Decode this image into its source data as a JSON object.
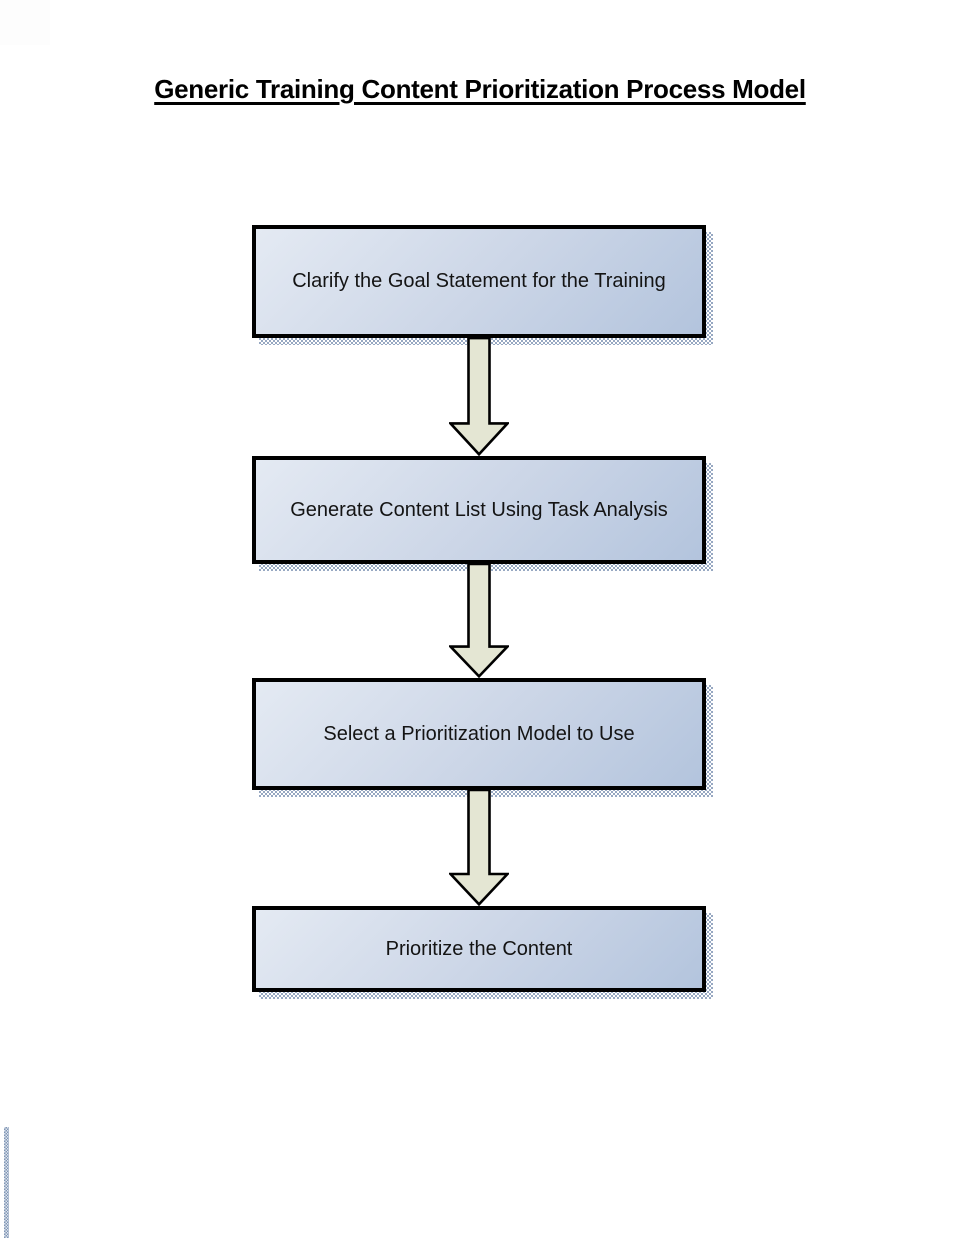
{
  "page": {
    "title": "Generic Training Content Prioritization Process Model"
  },
  "diagram": {
    "type": "flowchart",
    "direction": "top-down",
    "steps": [
      {
        "order": 1,
        "label": "Clarify the Goal Statement for the Training"
      },
      {
        "order": 2,
        "label": "Generate Content List Using Task Analysis"
      },
      {
        "order": 3,
        "label": "Select a Prioritization Model to Use"
      },
      {
        "order": 4,
        "label": "Prioritize the Content"
      }
    ],
    "connectors": [
      {
        "from": 1,
        "to": 2,
        "type": "block-arrow-down"
      },
      {
        "from": 2,
        "to": 3,
        "type": "block-arrow-down"
      },
      {
        "from": 3,
        "to": 4,
        "type": "block-arrow-down"
      }
    ]
  },
  "colors": {
    "page_background": "#ffffff",
    "title_text": "#000000",
    "box_gradient_start": "#e4eaf3",
    "box_gradient_end": "#b3c4dd",
    "box_border": "#000000",
    "box_text": "#141414",
    "arrow_fill": "#e4e6d3",
    "arrow_border": "#000000",
    "shadow_dither": "#7d92b2"
  }
}
